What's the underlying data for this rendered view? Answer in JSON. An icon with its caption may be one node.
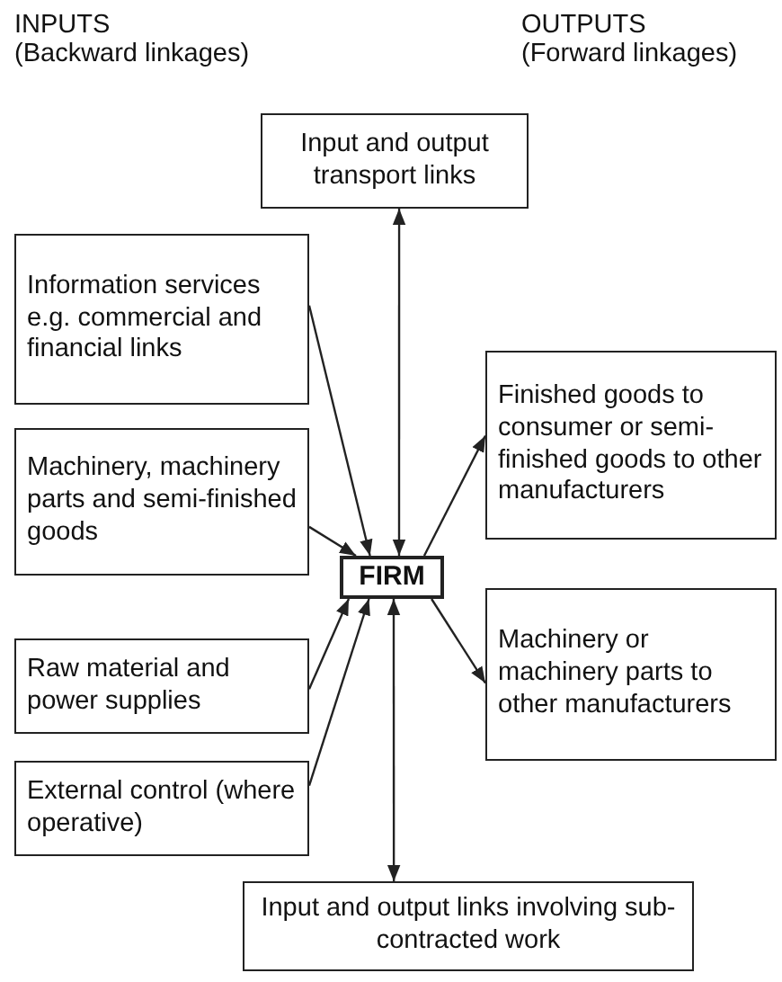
{
  "diagram": {
    "nodes": [
      {
        "text": [
          "Input and output transport links"
        ]
      },
      {
        "text": [
          "Information services e.g. commercial and financial links"
        ]
      },
      {
        "text": [
          "Machinery, machinery parts and semi-finished goods"
        ]
      },
      {
        "text": [
          "Raw material and power supplies"
        ]
      },
      {
        "text": [
          "External control (where operative)"
        ]
      },
      {
        "text": [
          "FIRM"
        ]
      },
      {
        "text": [
          "Finished goods to consumer or semi-finished goods to other manufacturers"
        ]
      },
      {
        "text": [
          "Machinery or machinery parts to other manufacturers"
        ]
      },
      {
        "text": [
          "Input and output links involving sub-contracted work"
        ]
      }
    ],
    "edges": [
      {
        "from": 0,
        "to": 5,
        "arrow": "both"
      },
      {
        "from": 1,
        "to": 5,
        "arrow": "to"
      },
      {
        "from": 2,
        "to": 5,
        "arrow": "to"
      },
      {
        "from": 3,
        "to": 5,
        "arrow": "to"
      },
      {
        "from": 4,
        "to": 5,
        "arrow": "to"
      },
      {
        "from": 5,
        "to": 6,
        "arrow": "to"
      },
      {
        "from": 5,
        "to": 7,
        "arrow": "to"
      },
      {
        "from": 8,
        "to": 5,
        "arrow": "both"
      }
    ],
    "labels": [
      "INPUTS",
      "(Backward linkages)",
      "OUTPUTS",
      "(Forward linkages)"
    ]
  }
}
